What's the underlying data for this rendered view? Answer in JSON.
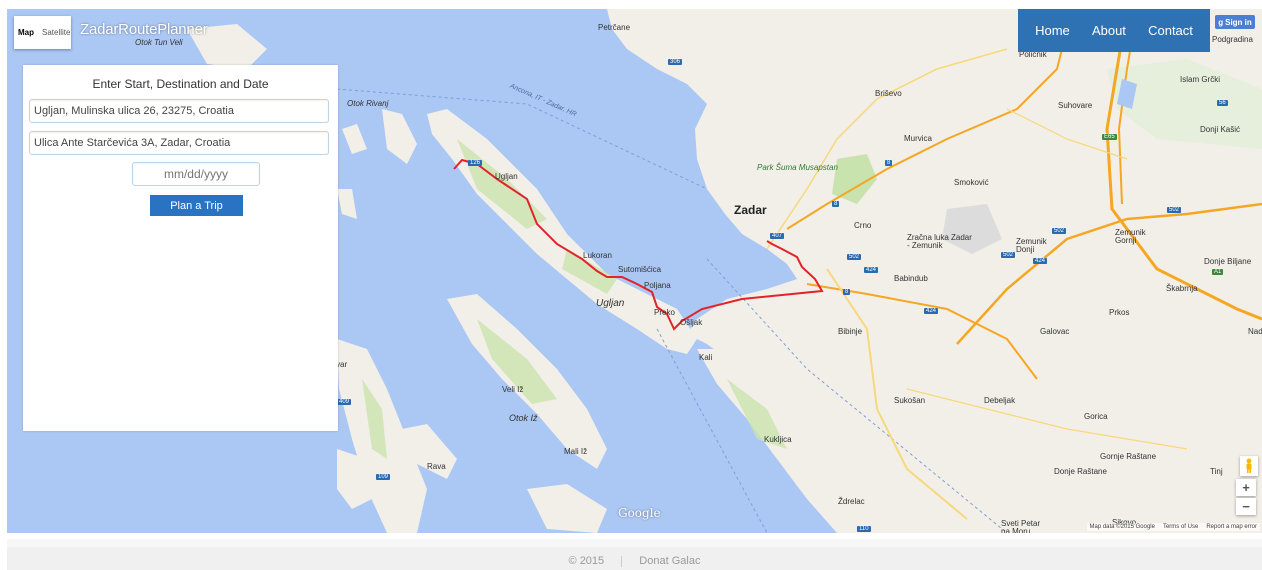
{
  "map": {
    "type_map_label": "Map",
    "type_satellite_label": "Satellite",
    "google_logo": "Google",
    "attribution": {
      "data": "Map data ©2015 Google",
      "terms": "Terms of Use",
      "report": "Report a map error"
    },
    "zoom_in": "+",
    "zoom_out": "−",
    "places": {
      "otok_tun_veli": "Otok Tun Veli",
      "petrcane": "Petrčane",
      "ancona": "Ancona, IT - Zadar, HR",
      "otok_rivanj": "Otok Rivanj",
      "ugljan_town": "Ugljan",
      "zadar": "Zadar",
      "lukoran": "Lukoran",
      "sutomiscica": "Sutomišćica",
      "poljana": "Poljana",
      "ugljan_island": "Ugljan",
      "preko": "Preko",
      "osljak": "Ošljak",
      "kali": "Kali",
      "veli_iz": "Veli Iž",
      "otok_iz": "Otok Iž",
      "mali_iz": "Mali Iž",
      "rava": "Rava",
      "kukljica": "Kukljica",
      "zdrelac": "Ždrelac",
      "sveti_petar": "Sveti Petar na Moru",
      "sikovo": "Sikovo",
      "bibinje": "Bibinje",
      "sukosan": "Sukošan",
      "debeljak": "Debeljak",
      "galovac": "Galovac",
      "gorica": "Gorica",
      "gornje_rastane": "Gornje Raštane",
      "donje_rastane": "Donje Raštane",
      "tinj": "Tinj",
      "prkos": "Prkos",
      "skabrnja": "Škabrnja",
      "donje_biljane": "Donje Biljane",
      "zemunik_gornji": "Zemunik Gornji",
      "zemunik_donji": "Zemunik Donji",
      "zracna_luka": "Zračna luka Zadar - Zemunik",
      "babindub": "Babindub",
      "crno": "Crno",
      "smokovic": "Smoković",
      "murvica": "Murvica",
      "brisevo": "Briševo",
      "park_suma": "Park Šuma Musapstan",
      "suhovare": "Suhovare",
      "islam_grcki": "Islam Grčki",
      "donji_kasic": "Donji Kašić",
      "policnik": "Poličnik",
      "podgradina": "Podgradina",
      "nad": "Nad",
      "var": "var"
    },
    "shields": [
      "306",
      "8",
      "407",
      "502",
      "424",
      "502",
      "424",
      "502",
      "8",
      "424",
      "409",
      "109",
      "110",
      "A1",
      "E65",
      "56",
      "502",
      "126",
      "8"
    ],
    "colors": {
      "sea": "#abc7f4",
      "land": "#f2efe9",
      "green": "#c9e3ae",
      "route": "#e3232a",
      "highway": "#f5a623",
      "road": "#f7d87a"
    }
  },
  "header": {
    "brand": "ZadarRoutePlanner",
    "nav": {
      "home": "Home",
      "about": "About",
      "contact": "Contact"
    },
    "signin": "Sign in"
  },
  "planner": {
    "title": "Enter Start, Destination and Date",
    "start_value": "Ugljan, Mulinska ulica 26, 23275, Croatia",
    "destination_value": "Ulica Ante Starčevića 3A, Zadar, Croatia",
    "date_placeholder": "mm/dd/yyyy",
    "plan_button": "Plan a Trip"
  },
  "footer": {
    "copyright": "© 2015",
    "author": "Donat Galac"
  }
}
